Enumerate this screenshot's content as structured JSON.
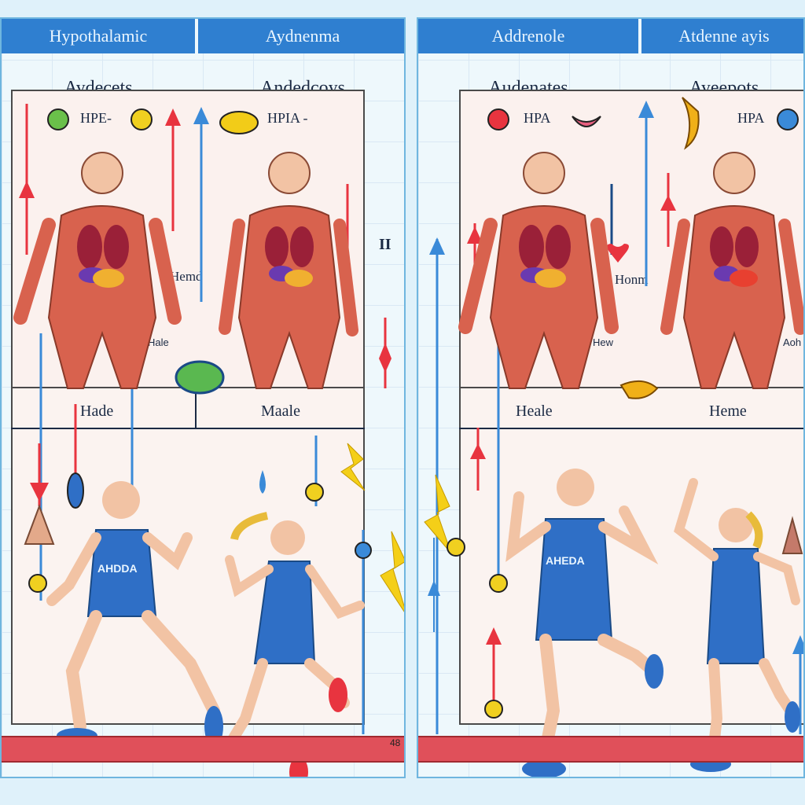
{
  "left": {
    "header_left": "Hypothalamic",
    "header_right": "Aydnenma",
    "sub_left": "Aydecets",
    "sub_right": "Andedcoys",
    "badge_a": "HPE-",
    "badge_b": "HPIA -",
    "mid_label": "Hemd",
    "small_label": "Hale",
    "row2_left": "Hade",
    "row2_right": "Maale",
    "shirt_text": "AHDDA"
  },
  "right": {
    "header_left": "Addrenole",
    "header_right": "Atdenne ayis",
    "sub_left": "Audenates",
    "sub_right": "Ayeepots",
    "badge_a": "HPA",
    "badge_b": "HPA",
    "mid_label": "Honm",
    "small_label": "Hew",
    "small_label_right": "Aoh",
    "row2_left": "Heale",
    "row2_right": "Heme",
    "shirt_text": "AHEDA"
  },
  "center": {
    "marker": "II"
  },
  "footer": {
    "page_number": "48"
  },
  "colors": {
    "header_blue": "#2f7fd0",
    "shirt_blue": "#2f6fc6",
    "arrow_red": "#e8343f",
    "arrow_blue": "#3a8ad8",
    "track_red": "#e0505a",
    "skin": "#f2c3a4",
    "muscle": "#d8624e"
  }
}
